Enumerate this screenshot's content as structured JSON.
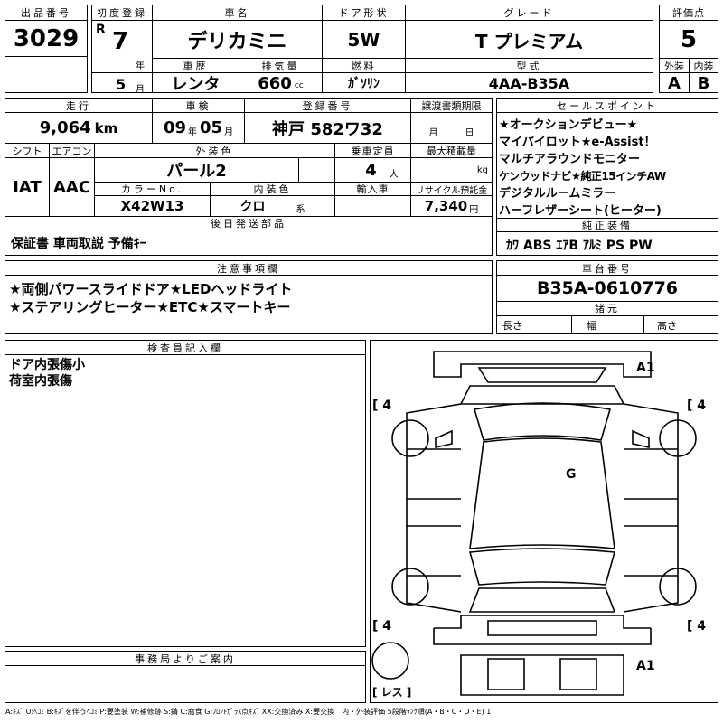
{
  "lot": {
    "label": "出品番号",
    "value": "3029"
  },
  "first_reg": {
    "label": "初度登録",
    "era": "R",
    "year": "7",
    "year_unit": "年",
    "month": "5",
    "month_unit": "月"
  },
  "car_name": {
    "label": "車名",
    "value": "デリカミニ"
  },
  "door": {
    "label": "ドア形状",
    "value": "5W"
  },
  "grade": {
    "label": "グレード",
    "value": "T プレミアム"
  },
  "rating": {
    "label": "評価点",
    "value": "5"
  },
  "history": {
    "label": "車歴",
    "value": "レンタ"
  },
  "displacement": {
    "label": "排気量",
    "value": "660",
    "unit": "cc"
  },
  "fuel": {
    "label": "燃料",
    "value": "ｶﾞｿﾘﾝ"
  },
  "model_type": {
    "label": "型式",
    "value": "4AA-B35A"
  },
  "exterior": {
    "label": "外装",
    "value": "A"
  },
  "interior": {
    "label": "内装",
    "value": "B"
  },
  "mileage": {
    "label": "走行",
    "value": "9,064",
    "unit": "km"
  },
  "inspection": {
    "label": "車検",
    "year": "09",
    "year_unit": "年",
    "month": "05",
    "month_unit": "月"
  },
  "plate": {
    "label": "登録番号",
    "value": "神戸 582ワ32"
  },
  "transfer": {
    "label": "譲渡書類期限",
    "month_unit": "月",
    "day_unit": "日"
  },
  "shift": {
    "label": "シフト",
    "value": "IAT"
  },
  "aircon": {
    "label": "エアコン",
    "value": "AAC"
  },
  "ext_color": {
    "label": "外装色",
    "value": "パール2"
  },
  "capacity": {
    "label": "乗車定員",
    "value": "4",
    "unit": "人"
  },
  "max_load": {
    "label": "最大積載量",
    "unit": "kg"
  },
  "color_no": {
    "label": "カラーNo.",
    "value": "X42W13"
  },
  "int_color": {
    "label": "内装色",
    "value": "クロ",
    "unit": "系"
  },
  "import": {
    "label": "輸入車"
  },
  "recycle": {
    "label": "リサイクル預託金",
    "value": "7,340",
    "unit": "円"
  },
  "sales_points": {
    "label": "セールスポイント",
    "lines": [
      "★オークションデビュー★",
      "マイパイロット★e-Assist！",
      "マルチアラウンドモニター",
      "ケンウッドナビ★純正15インチAW",
      "デジタルルームミラー",
      "ハーフレザーシート(ヒーター)"
    ]
  },
  "later_parts": {
    "label": "後日発送部品",
    "value": "保証書 車両取説 予備ｷｰ"
  },
  "equipment": {
    "label": "純正装備",
    "value": "ｶﾜ ABS ｴｱB ｱﾙﾐ PS PW"
  },
  "notes": {
    "label": "注意事項欄",
    "lines": [
      "★両側パワースライドドア★LEDヘッドライト",
      "★ステアリングヒーター★ETC★スマートキー"
    ]
  },
  "chassis": {
    "label": "車台番号",
    "value": "B35A-0610776"
  },
  "dims": {
    "label": "諸元",
    "length": "長さ",
    "width": "幅",
    "height": "高さ"
  },
  "inspector": {
    "label": "検査員記入欄",
    "lines": [
      "ドア内張傷小",
      "荷室内張傷"
    ]
  },
  "office": {
    "label": "事務局よりご案内"
  },
  "diagram": {
    "a1_top": "A1",
    "a1_bottom": "A1",
    "g": "G",
    "t_fl": "4",
    "t_fr": "4",
    "t_rl": "4",
    "t_rr": "4",
    "spare": "レス"
  },
  "legend": "A:ｷｽﾞ U:ﾍｺﾐ B:ｷｽﾞを伴うﾍｺﾐ P:要塗装 W:補修跡 S:錆 C:腐食 G:ﾌﾛﾝﾄｶﾞﾗｽ点ｷｽﾞ XX:交換済み X:要交換　内・外装評価 5段階ﾗﾝｸ順(A・B・C・D・E) 1"
}
